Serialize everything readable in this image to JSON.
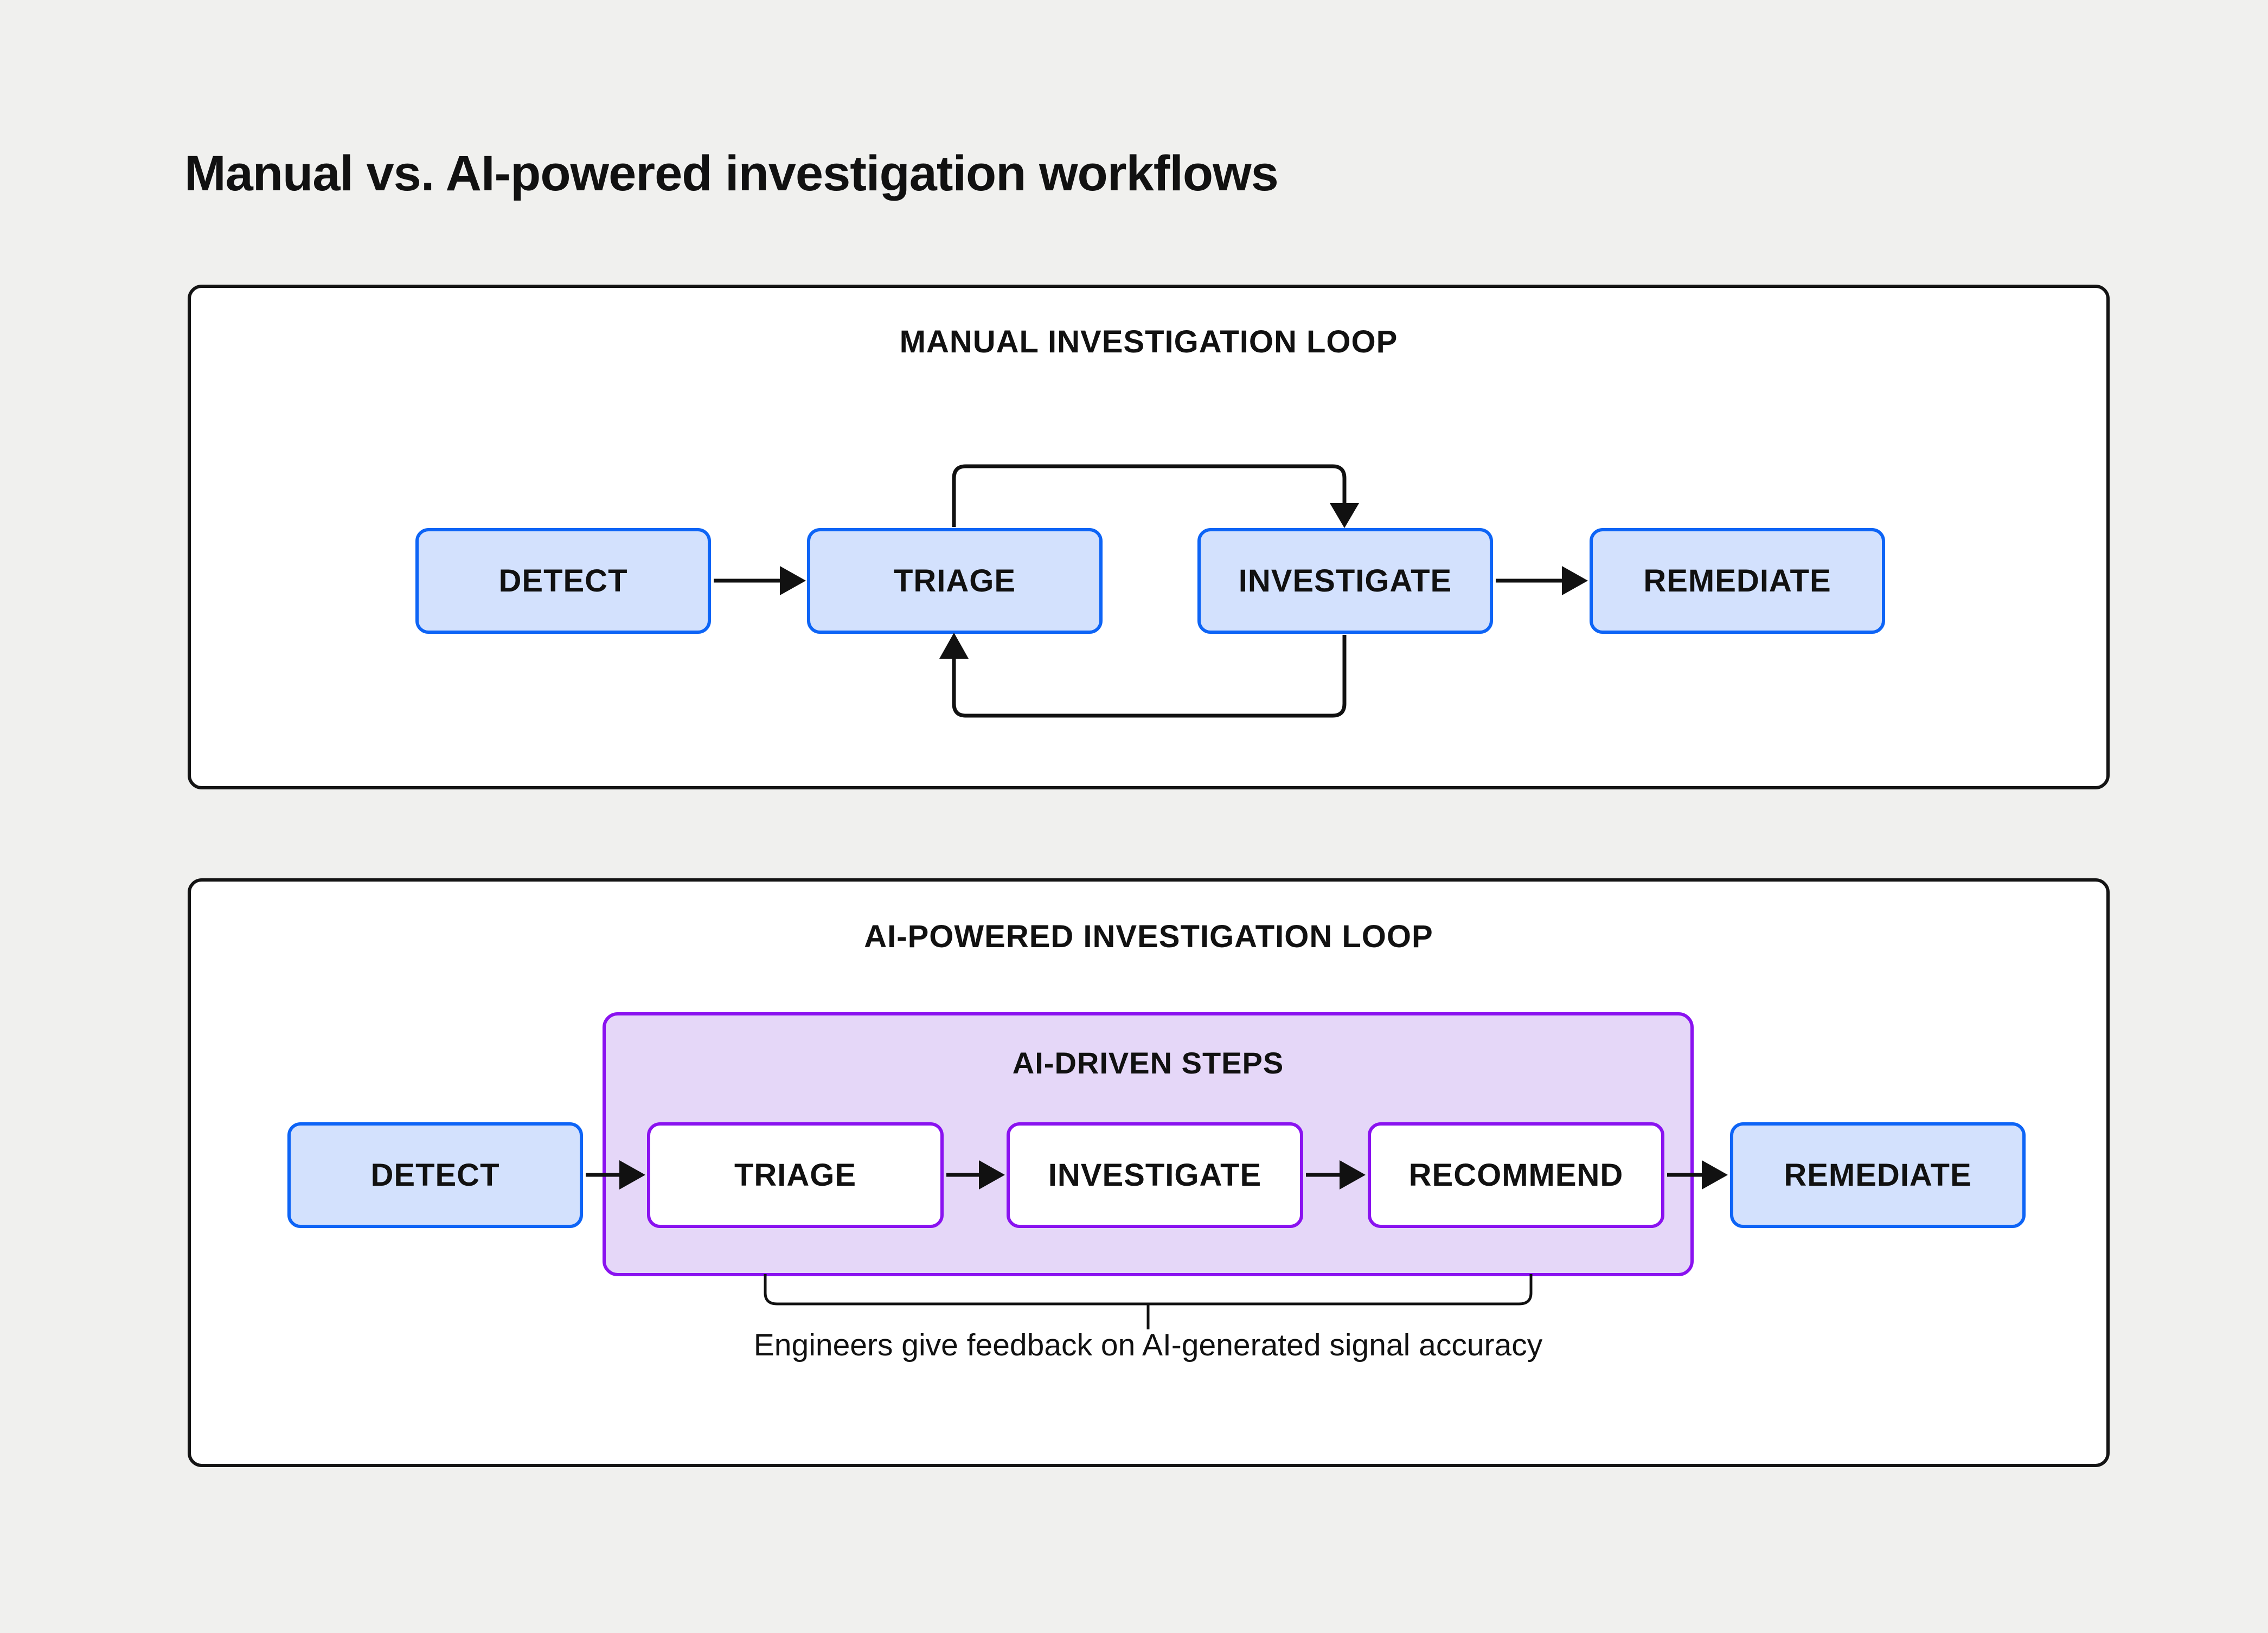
{
  "page_title": "Manual vs. AI-powered investigation workflows",
  "colors": {
    "background": "#f0f0ee",
    "panel_bg": "#ffffff",
    "panel_border": "#141414",
    "blue_fill": "#d3e1fd",
    "blue_border": "#0d64f6",
    "purple_fill": "#e5d7f8",
    "purple_border": "#8a12f0",
    "arrow": "#111111",
    "text": "#111111"
  },
  "manual_loop": {
    "title": "MANUAL INVESTIGATION LOOP",
    "steps": [
      {
        "label": "DETECT",
        "style": "blue"
      },
      {
        "label": "TRIAGE",
        "style": "blue"
      },
      {
        "label": "INVESTIGATE",
        "style": "blue"
      },
      {
        "label": "REMEDIATE",
        "style": "blue"
      }
    ]
  },
  "ai_loop": {
    "title": "AI-POWERED INVESTIGATION LOOP",
    "container_title": "AI-DRIVEN STEPS",
    "steps": [
      {
        "label": "DETECT",
        "style": "blue"
      },
      {
        "label": "TRIAGE",
        "style": "white"
      },
      {
        "label": "INVESTIGATE",
        "style": "white"
      },
      {
        "label": "RECOMMEND",
        "style": "white"
      },
      {
        "label": "REMEDIATE",
        "style": "blue"
      }
    ],
    "caption": "Engineers give feedback on AI-generated signal accuracy"
  }
}
